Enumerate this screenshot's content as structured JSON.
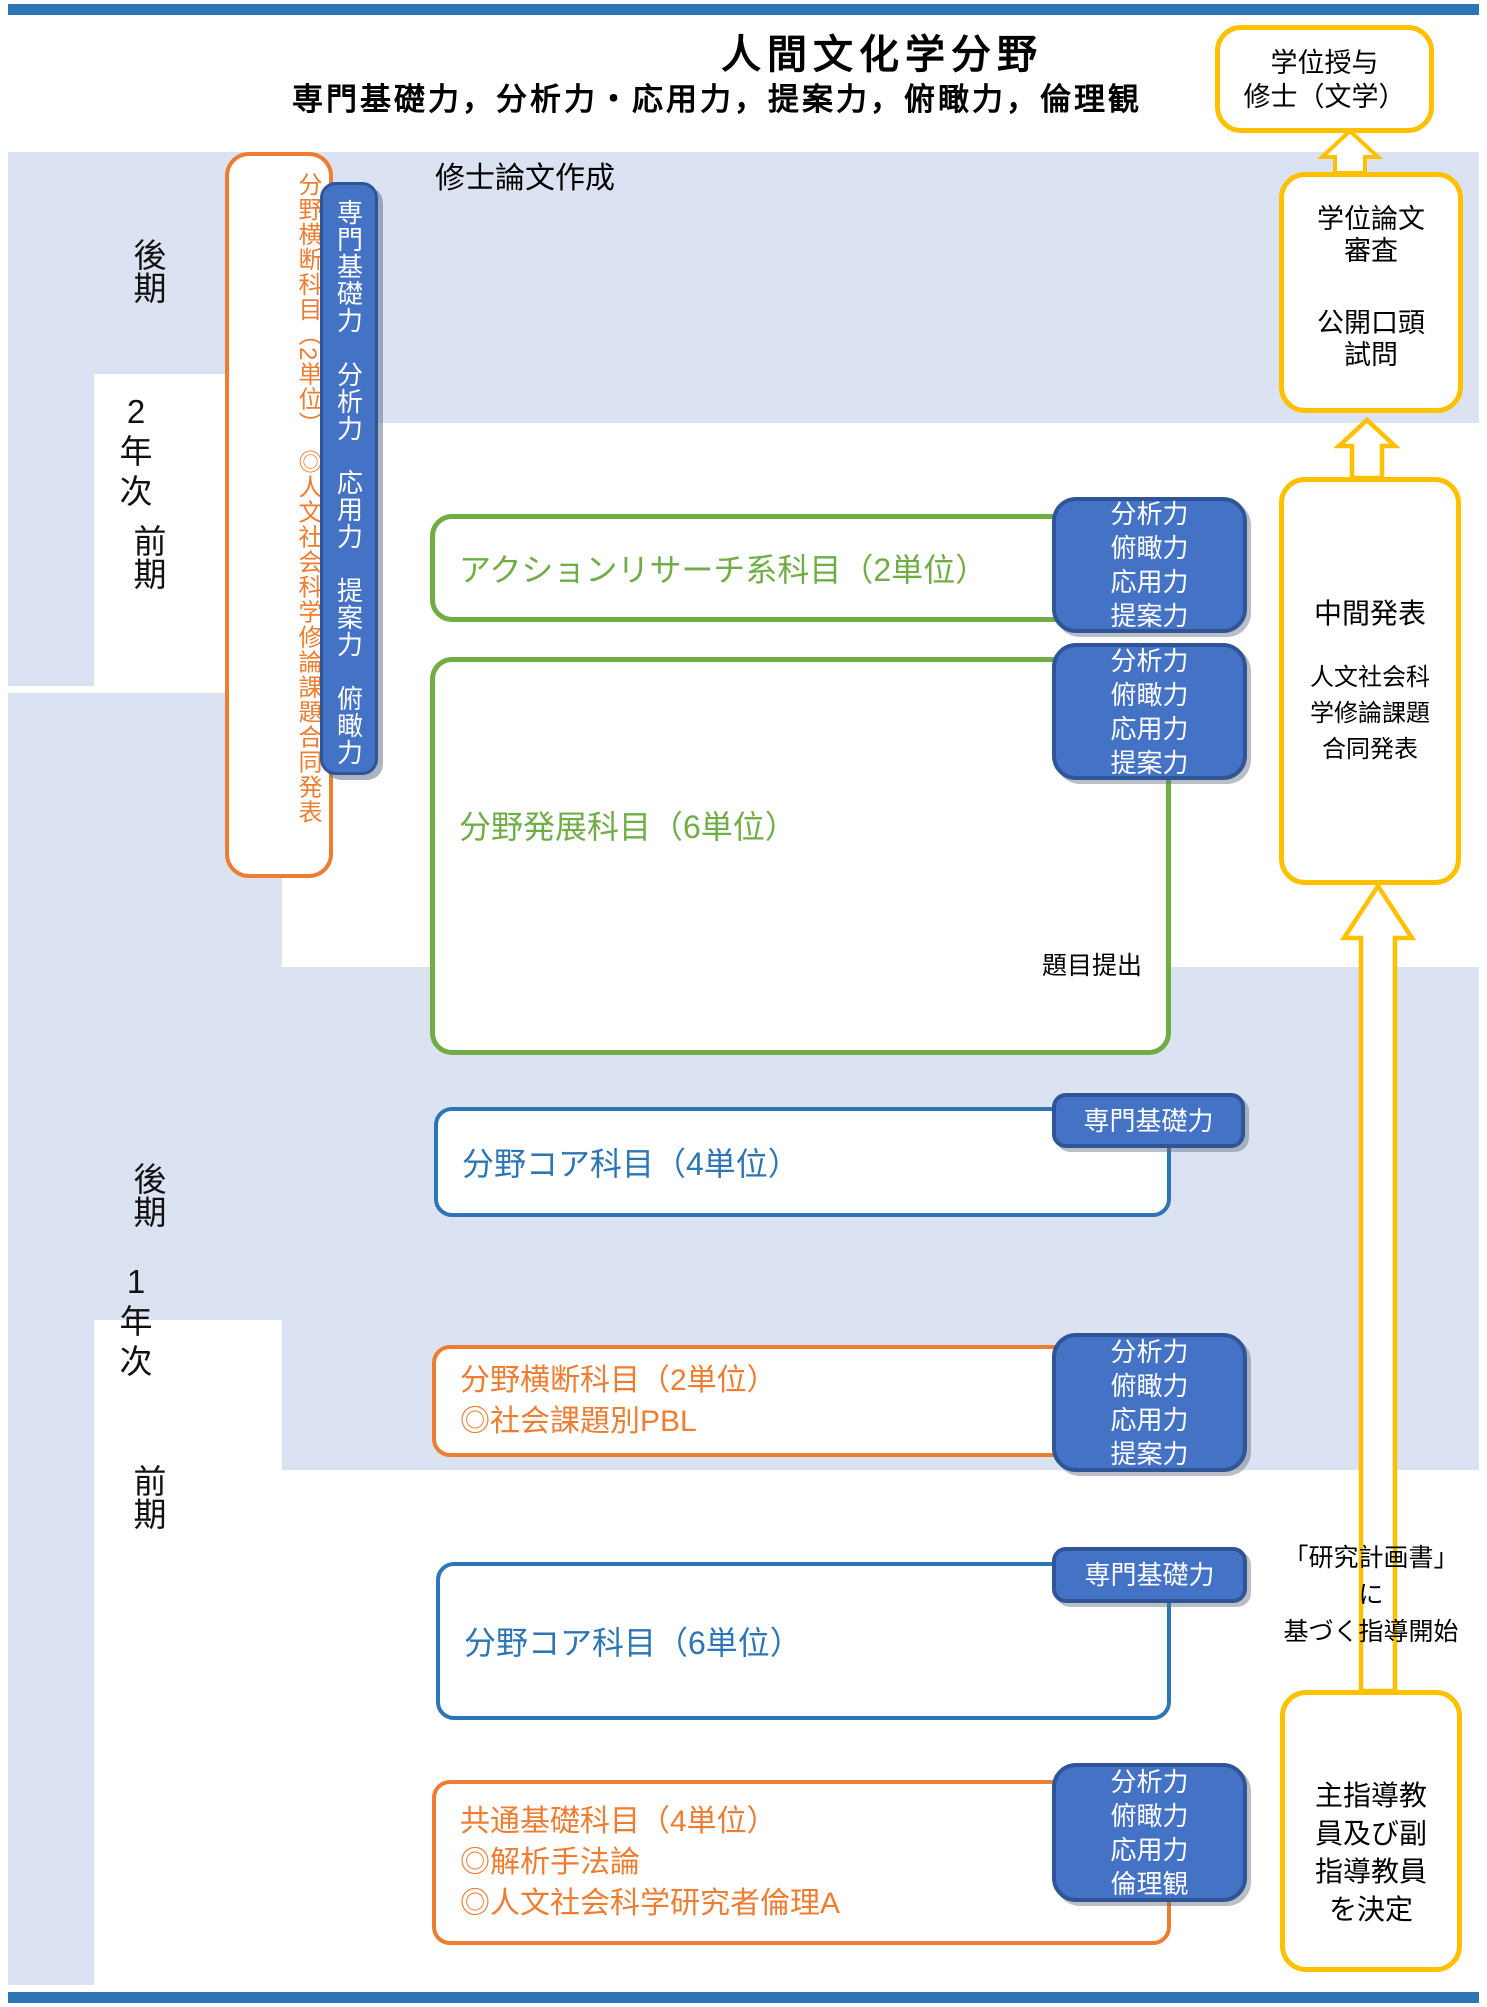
{
  "header": {
    "title": "人間文化学分野",
    "subtitle": "専門基礎力，分析力・応用力，提案力，俯瞰力，倫理観"
  },
  "thesis_note": "修士論文作成",
  "timeline": {
    "year2": {
      "year_chars": [
        "2",
        "年",
        "次"
      ],
      "late": "後期",
      "early": "前期"
    },
    "year1": {
      "year_chars": [
        "1",
        "年",
        "次"
      ],
      "late": "後期",
      "early": "前期"
    }
  },
  "rails": {
    "cross_field": "分野横断科目（2単位）　◎人文社会科学修論課題合同発表",
    "competencies": "専門基礎力　分析力　応用力　提案力　俯瞰力"
  },
  "courses": {
    "action_research": "アクションリサーチ系科目（2単位）",
    "field_advanced": "分野発展科目（6単位）",
    "field_core4": "分野コア科目（4単位）",
    "cross_field_pbl": {
      "lines": [
        "分野横断科目（2単位）",
        "◎社会課題別PBL"
      ]
    },
    "field_core6": "分野コア科目（6単位）",
    "common_basic": {
      "lines": [
        "共通基礎科目（4単位）",
        "◎解析手法論",
        "◎人文社会科学研究者倫理A"
      ]
    }
  },
  "chips": {
    "ar": {
      "lines": [
        "分析力",
        "俯瞰力",
        "応用力",
        "提案力"
      ]
    },
    "advanced": {
      "lines": [
        "分析力",
        "俯瞰力",
        "応用力",
        "提案力"
      ]
    },
    "core4": "専門基礎力",
    "pbl": {
      "lines": [
        "分析力",
        "俯瞰力",
        "応用力",
        "提案力"
      ]
    },
    "core6": "専門基礎力",
    "common": {
      "lines": [
        "分析力",
        "俯瞰力",
        "応用力",
        "倫理観"
      ]
    }
  },
  "degree_flow": {
    "degree_award": {
      "lines": [
        "学位授与",
        "修士（文学）"
      ]
    },
    "thesis_review": {
      "lines": [
        "学位論文",
        "審査",
        "公開口頭",
        "試問"
      ]
    },
    "interim": {
      "title": "中間発表",
      "lines": [
        "人文社会科",
        "学修論課題",
        "合同発表"
      ]
    },
    "topic_submission": "題目提出",
    "guidance": {
      "lines": [
        "「研究計画書」に",
        "基づく指導開始"
      ]
    },
    "supervisors": {
      "lines": [
        "主指導教",
        "員及び副",
        "指導教員",
        "を決定"
      ]
    }
  },
  "colors": {
    "band_blue": "#dbe3f2",
    "accent_blue": "#4472c4",
    "accent_blue_dark": "#2f5597",
    "line_blue": "#2e75b6",
    "green": "#70ad47",
    "orange": "#ed7d31",
    "yellow": "#ffc000"
  }
}
